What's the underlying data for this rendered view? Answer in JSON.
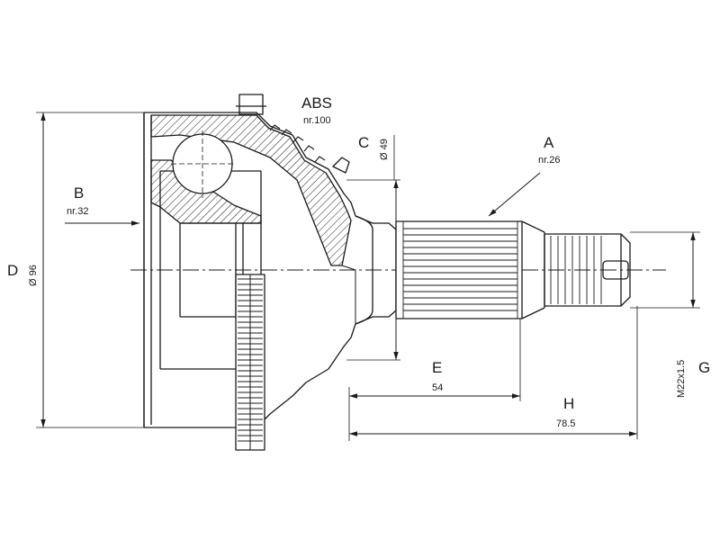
{
  "labels": {
    "abs": "ABS",
    "abs_nr": "nr.100",
    "a": "A",
    "a_nr": "nr.26",
    "b": "B",
    "b_nr": "nr.32",
    "c": "C",
    "c_dim": "Ø 49",
    "d": "D",
    "d_dim": "Ø 96",
    "e": "E",
    "e_dim": "54",
    "h": "H",
    "h_dim": "78.5",
    "g": "G",
    "g_dim": "M22x1.5"
  },
  "colors": {
    "line": "#1a1a1a",
    "background": "#ffffff"
  }
}
